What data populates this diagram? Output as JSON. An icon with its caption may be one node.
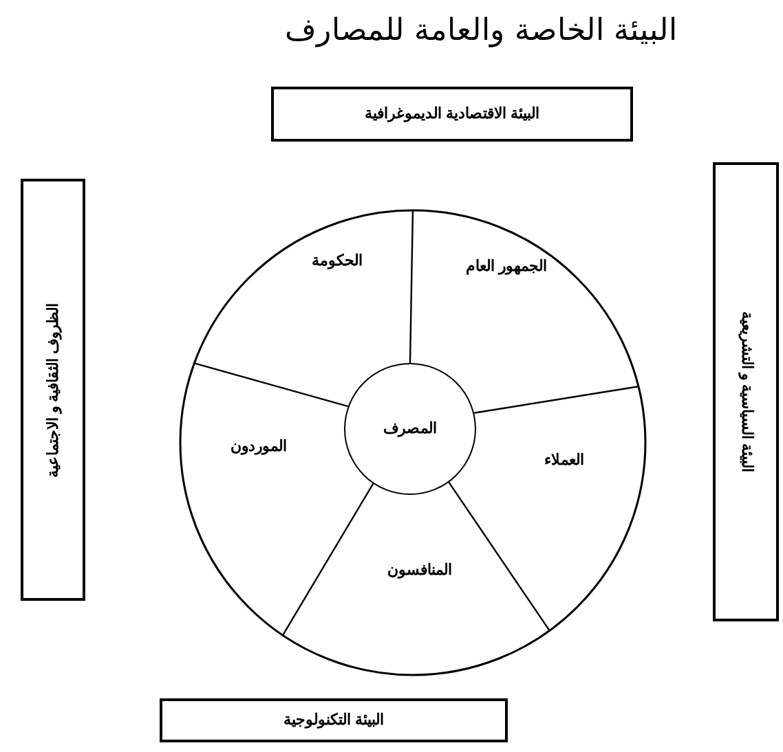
{
  "diagram": {
    "title": "البيئة الخاصة والعامة للمصارف",
    "nodes": [
      {
        "text": [
          "البيئة الاقتصادية الديموغرافية"
        ]
      },
      {
        "text": [
          "الظروف الثقافية و الاجتماعية"
        ]
      },
      {
        "text": [],
        "shape": "circle"
      },
      {
        "text": [
          "الحكومة"
        ],
        "in": 2
      },
      {
        "text": [
          "الجمهور العام"
        ],
        "in": 2
      },
      {
        "text": [
          "الموردون"
        ],
        "in": 2
      },
      {
        "text": [
          "المصرف"
        ],
        "in": 2
      },
      {
        "text": [
          "العملاء"
        ],
        "in": 2
      },
      {
        "text": [
          "المنافسون"
        ],
        "in": 2
      },
      {
        "text": [
          "البيئة السياسية و التشريعية"
        ]
      },
      {
        "text": [
          "البيئة التكنولوجية"
        ]
      }
    ]
  }
}
